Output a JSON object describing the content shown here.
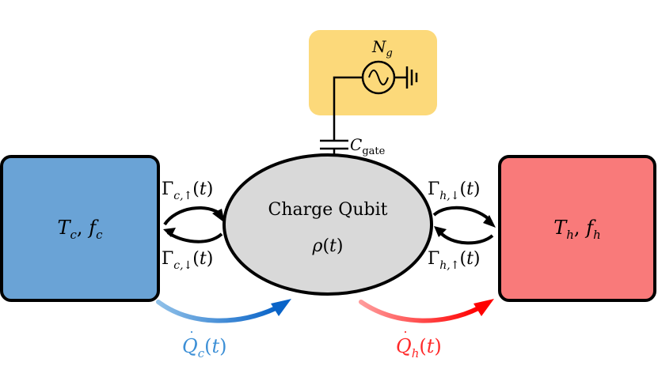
{
  "diagram": {
    "cold_bath": {
      "label": "T_c, f_c",
      "color": "#6aa3d6"
    },
    "hot_bath": {
      "label": "T_h, f_h",
      "color": "#f97a7a"
    },
    "qubit": {
      "title": "Charge Qubit",
      "state": "ρ(t)",
      "color": "#d9d9d9"
    },
    "gate_source": {
      "label": "N_g",
      "color": "#fcd97a"
    },
    "gate_capacitor": {
      "label": "C_gate"
    },
    "rates": {
      "cold_up": "Γc,↑(t)",
      "cold_down": "Γc,↓(t)",
      "hot_down": "Γh,↓(t)",
      "hot_up": "Γh,↑(t)"
    },
    "heat_flows": {
      "cold": {
        "label": "Q̇c(t)",
        "color": "#3c8fd6"
      },
      "hot": {
        "label": "Q̇h(t)",
        "color": "#ff2a2a"
      }
    }
  }
}
